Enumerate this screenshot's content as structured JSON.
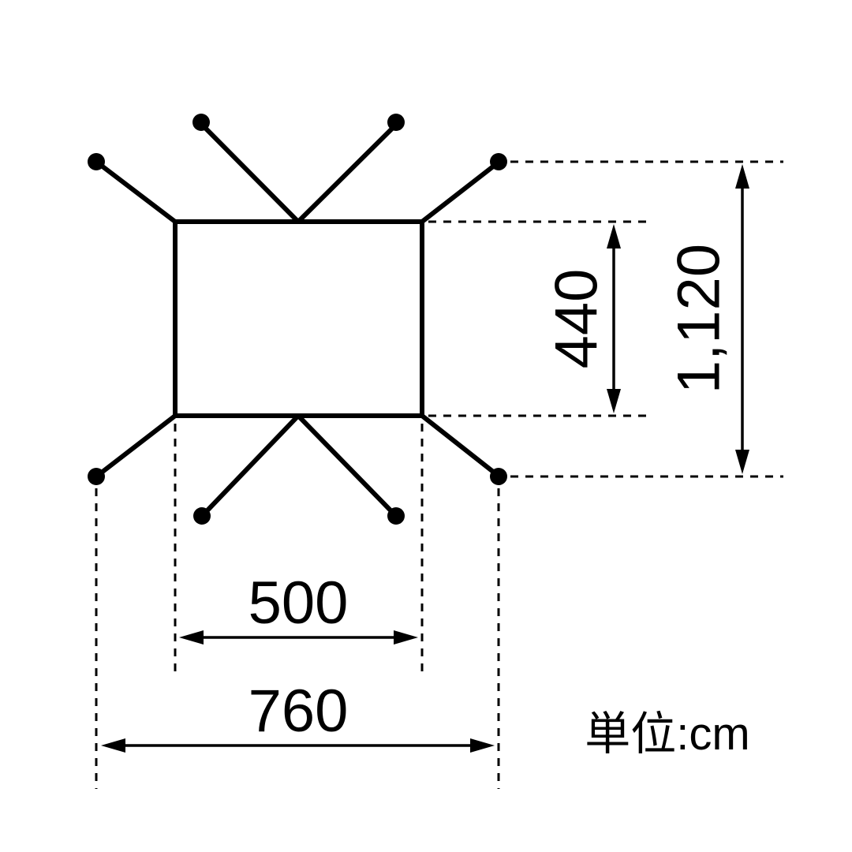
{
  "diagram": {
    "unit_label": "単位:cm",
    "dimensions": {
      "inner_width": "500",
      "outer_width": "760",
      "inner_height": "440",
      "outer_height": "1,120"
    }
  }
}
